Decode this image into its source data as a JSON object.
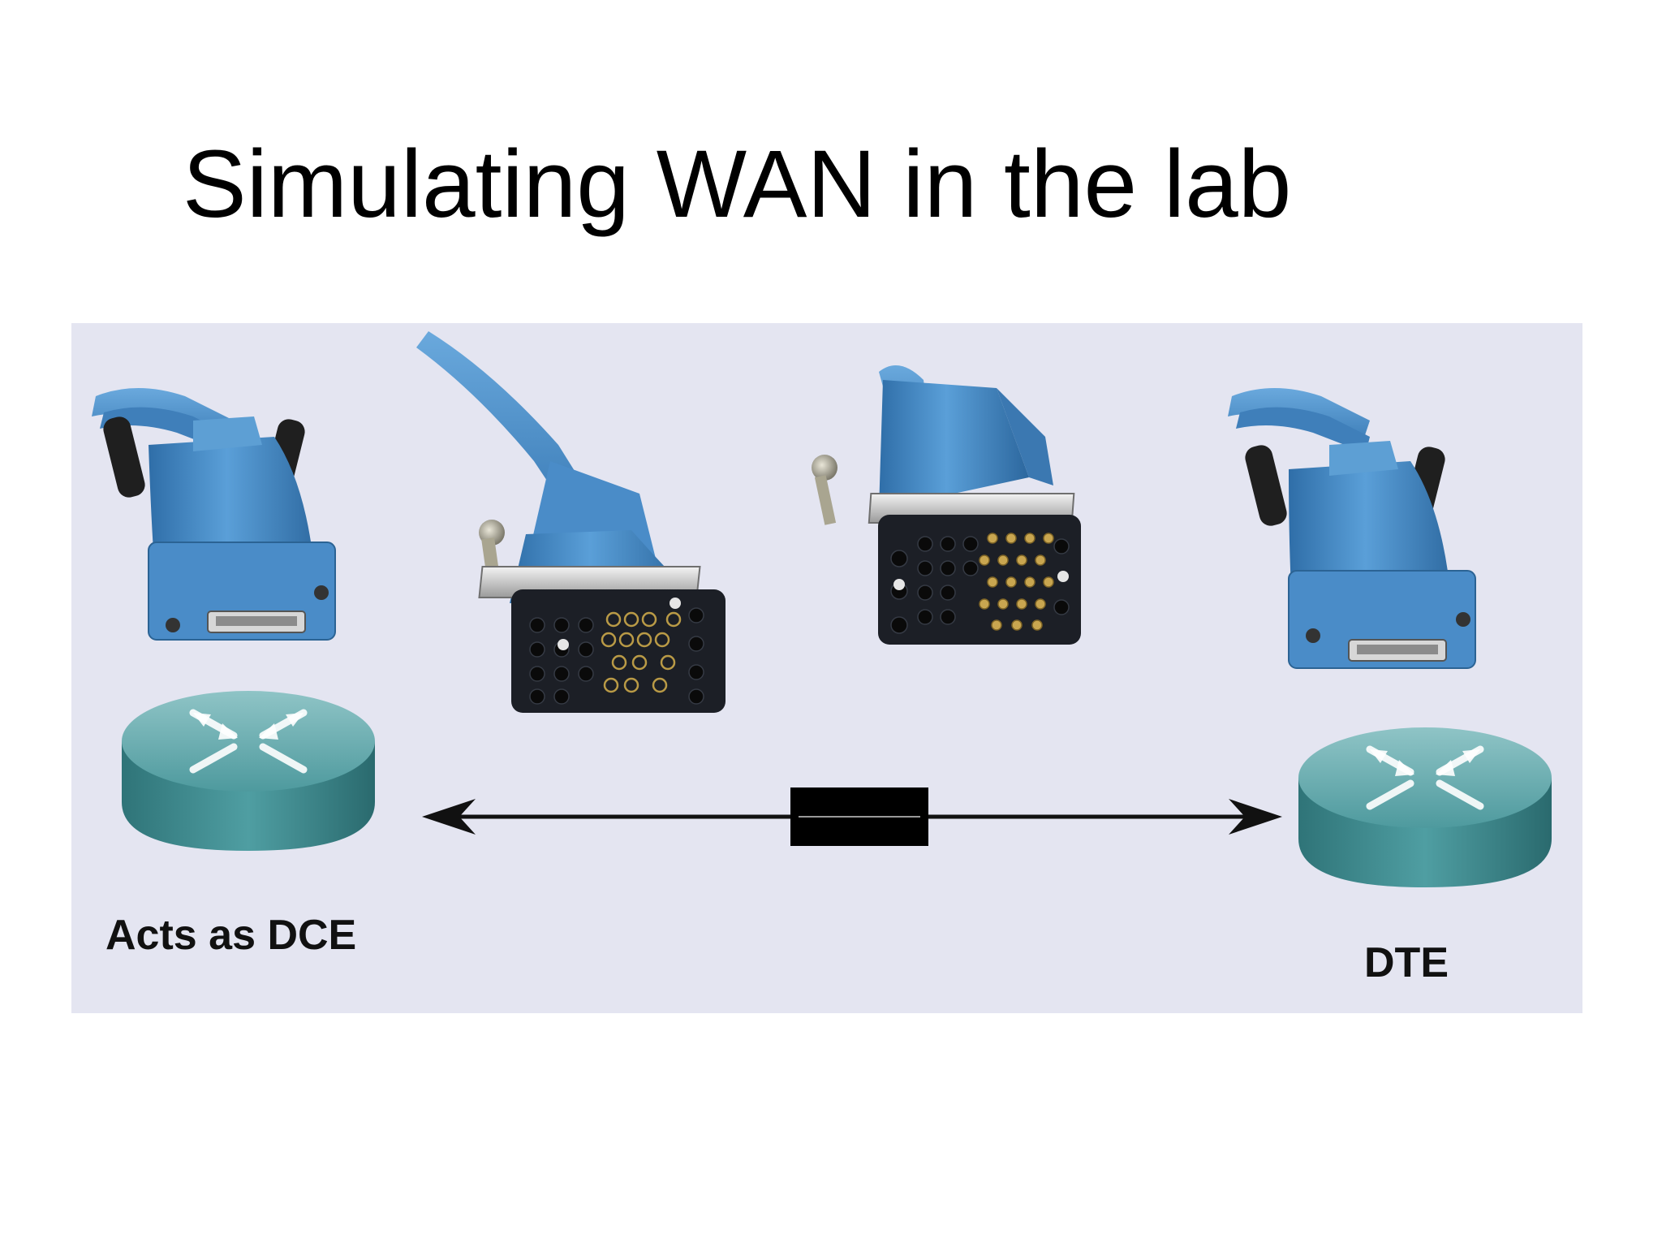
{
  "slide": {
    "title": "Simulating WAN in the lab"
  },
  "diagram": {
    "left_router_label": "Acts as DCE",
    "right_router_label": "DTE",
    "connection": "bidirectional-serial-link",
    "icons": [
      "router-icon",
      "smart-serial-connector-icon",
      "v35-dce-connector-icon",
      "v35-dte-connector-icon",
      "serial-cable-symbol-icon"
    ],
    "colors": {
      "panel_background": "#e4e5f1",
      "cable_blue": "#4a8cc8",
      "router_teal": "#3d8a8e",
      "connector_black": "#1c1f26",
      "arrow": "#111111"
    }
  }
}
